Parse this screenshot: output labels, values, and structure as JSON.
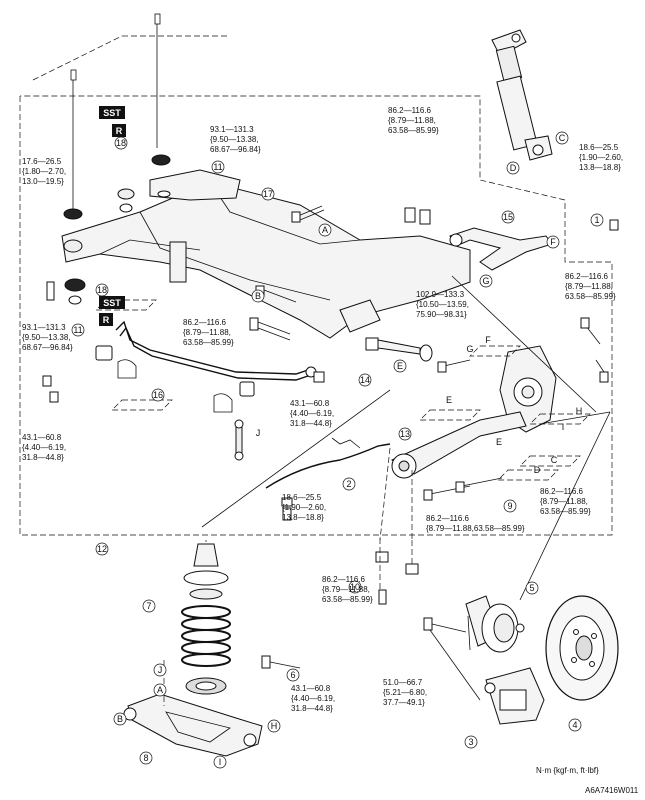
{
  "parts": {
    "p1": "1",
    "p2": "2",
    "p3": "3",
    "p4": "4",
    "p5": "5",
    "p6": "6",
    "p7": "7",
    "p8": "8",
    "p9": "9",
    "p10": "10",
    "p11a": "11",
    "p11b": "11",
    "p12": "12",
    "p13": "13",
    "p14": "14",
    "p15": "15",
    "p16": "16",
    "p17": "17",
    "p18a": "18",
    "p18b": "18"
  },
  "letters": {
    "A1": "A",
    "B1": "B",
    "C1": "C",
    "D1": "D",
    "E1": "E",
    "F1": "F",
    "G1": "G",
    "E2": "E",
    "F2": "F",
    "G2": "G",
    "H2": "H",
    "I2": "I",
    "J2": "J",
    "E3": "E",
    "D3": "D",
    "C3": "C",
    "A4": "A",
    "B4": "B",
    "H4": "H",
    "I4": "I",
    "J4": "J"
  },
  "badges": {
    "sst1": "SST",
    "r1": "R",
    "sst2": "SST",
    "r2": "R"
  },
  "torques": {
    "t1": [
      "93.1—131.3",
      "{9.50—13.38,",
      "68.67—96.84}"
    ],
    "t2": [
      "17.6—26.5",
      "{1.80—2.70,",
      "13.0—19.5}"
    ],
    "t3": [
      "86.2—116.6",
      "{8.79—11.88,",
      "63.58—85.99}"
    ],
    "t4": [
      "18.6—25.5",
      "{1.90—2.60,",
      "13.8—18.8}"
    ],
    "t5": [
      "86.2—116.6",
      "{8.79—11.88,",
      "63.58—85.99}"
    ],
    "t6": [
      "102.9—133.3",
      "{10.50—13.59,",
      "75.90—98.31}"
    ],
    "t7": [
      "93.1—131.3",
      "{9.50—13.38,",
      "68.67—96.84}"
    ],
    "t8": [
      "86.2—116.6",
      "{8.79—11.88,",
      "63.58—85.99}"
    ],
    "t9": [
      "43.1—60.8",
      "{4.40—6.19,",
      "31.8—44.8}"
    ],
    "t10": [
      "43.1—60.8",
      "{4.40—6.19,",
      "31.8—44.8}"
    ],
    "t11": [
      "18.6—25.5",
      "{1.90—2.60,",
      "13.8—18.8}"
    ],
    "t12": [
      "86.2—116.6",
      "{8.79—11.88,",
      "63.58—85.99}"
    ],
    "t13": [
      "86.2—116.6",
      "{8.79—11.88,63.58—85.99}"
    ],
    "t14": [
      "86.2—116.6",
      "{8.79—11.88,",
      "63.58—85.99}"
    ],
    "t15": [
      "51.0—66.7",
      "{5.21—6.80,",
      "37.7—49.1}"
    ],
    "t16": [
      "43.1—60.8",
      "{4.40—6.19,",
      "31.8—44.8}"
    ]
  },
  "units": "N·m {kgf·m, ft·lbf}",
  "figure_code": "A6A7416W011"
}
